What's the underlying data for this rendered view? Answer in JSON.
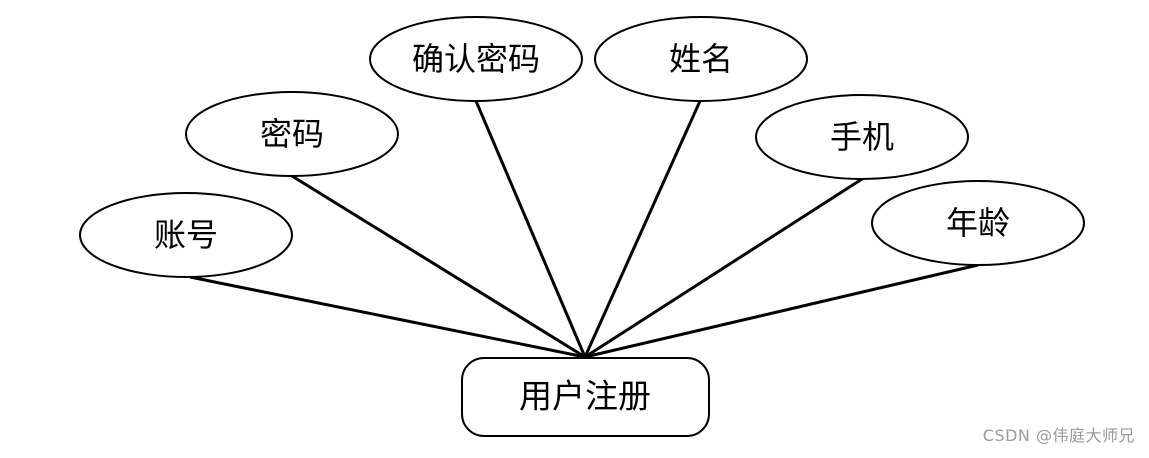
{
  "diagram": {
    "entity": {
      "label": "用户注册"
    },
    "attributes": [
      {
        "id": "account",
        "label": "账号"
      },
      {
        "id": "password",
        "label": "密码"
      },
      {
        "id": "confirm-password",
        "label": "确认密码"
      },
      {
        "id": "name",
        "label": "姓名"
      },
      {
        "id": "phone",
        "label": "手机"
      },
      {
        "id": "age",
        "label": "年龄"
      }
    ]
  },
  "watermark": {
    "text": "CSDN @伟庭大师兄"
  }
}
